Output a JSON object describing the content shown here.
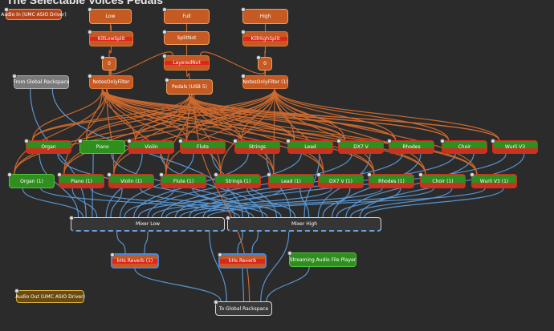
{
  "window": {
    "title": "The Selectable Voices Pedals"
  },
  "nodes": {
    "audio_in": "Audio In (UMC ASIO Driver)",
    "low": "Low",
    "full": "Full",
    "high": "High",
    "kill_low_split": "KillLowSplit",
    "split_not": "SplitNot",
    "kill_high_split": "KillHighSplit",
    "zero_left": "0",
    "layered_not": "LayeredNot",
    "zero_right": "0",
    "from_global_rackspace": "From Global Rackspace",
    "notes_only_filter": "NotesOnlyFilter",
    "pedals_usb": "Pedals (USB 5)",
    "notes_only_filter_1": "NotesOnlyFilter (1)",
    "row1": [
      "Organ",
      "Piano",
      "Violin",
      "Flute",
      "Strings",
      "Lead",
      "DX7 V",
      "Rhodes",
      "Choir",
      "Wurli V3"
    ],
    "row2": [
      "Organ (1)",
      "Piano (1)",
      "Violin (1)",
      "Flute (1)",
      "Strings (1)",
      "Lead (1)",
      "DX7 V (1)",
      "Rhodes (1)",
      "Choir (1)",
      "Wurli V3 (1)"
    ],
    "mixer_low": "Mixer Low",
    "mixer_high": "Mixer High",
    "khs_reverb_1": "kHs Reverb (1)",
    "khs_reverb": "kHs Reverb",
    "streaming_player": "Streaming Audio File Player",
    "audio_out": "Audio Out (UMC ASIO Driver)",
    "to_global_rackspace": "To Global Rackspace"
  },
  "colors": {
    "background": "#2b2b2b",
    "midi_cable": "#d06a2e",
    "audio_cable": "#5a9ad8",
    "plugin_green": "#2f8f1e",
    "midi_orange": "#c55a22",
    "bypass_red": "#e0261c"
  }
}
